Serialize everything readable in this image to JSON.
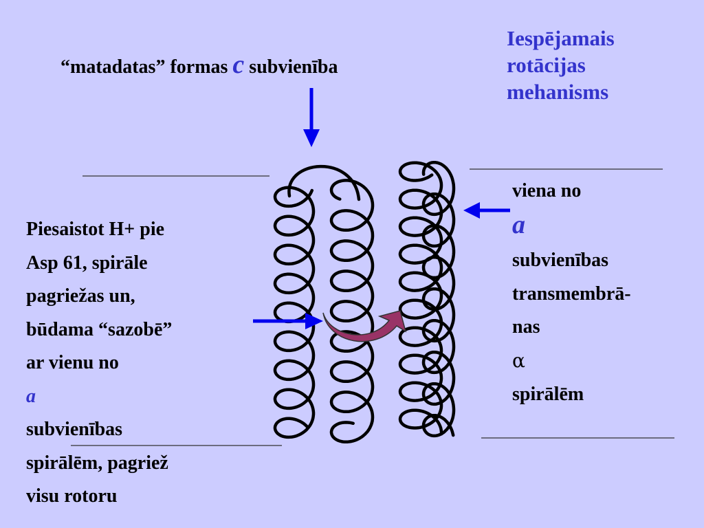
{
  "title": {
    "lines": [
      "Iespējamais",
      "rotācijas",
      "mehanisms"
    ],
    "color": "#3333cc"
  },
  "c_subunit_label": {
    "before": "“matadatas” formas ",
    "letter": "c",
    "after": " subvienība"
  },
  "left_description": {
    "lines": [
      "Piesaistot H+ pie",
      "Asp 61, spirāle",
      "pagriežas un,",
      "būdama “sazobē”"
    ],
    "line5_before": "ar vienu no ",
    "line5_letter": "a",
    "lines_after": [
      "subvienības",
      "spirālēm, pagriež",
      "visu rotoru"
    ]
  },
  "right_description": {
    "line1_before": "viena no ",
    "line1_letter": "a",
    "lines": [
      "subvienības",
      "transmembrā-"
    ],
    "line4_before": "nas ",
    "line4_symbol": "α",
    "line4_after": " spirālēm"
  },
  "colors": {
    "background": "#ccccff",
    "arrow_blue": "#0000ee",
    "rotation_arrow": "#993366",
    "helix": "#000000"
  },
  "icons": [
    "down-arrow-icon",
    "left-arrow-icon",
    "right-arrow-icon",
    "rotation-arrow-icon"
  ]
}
